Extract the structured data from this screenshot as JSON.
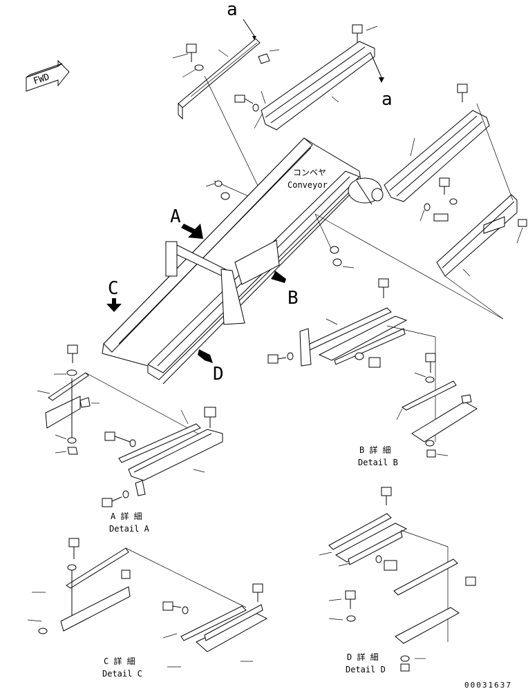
{
  "fwd_label": "FWD",
  "conveyor": {
    "jp": "コンベヤ",
    "en": "Conveyor"
  },
  "markers": {
    "a_top": "a",
    "a_right": "a",
    "A": "A",
    "B": "B",
    "C": "C",
    "D": "D"
  },
  "details": {
    "A": {
      "jp": "A 詳 細",
      "en": "Detail A"
    },
    "B": {
      "jp": "B 詳 細",
      "en": "Detail B"
    },
    "C": {
      "jp": "C 詳 細",
      "en": "Detail C"
    },
    "D": {
      "jp": "D 詳 細",
      "en": "Detail D"
    }
  },
  "drawing_number": "00031637"
}
